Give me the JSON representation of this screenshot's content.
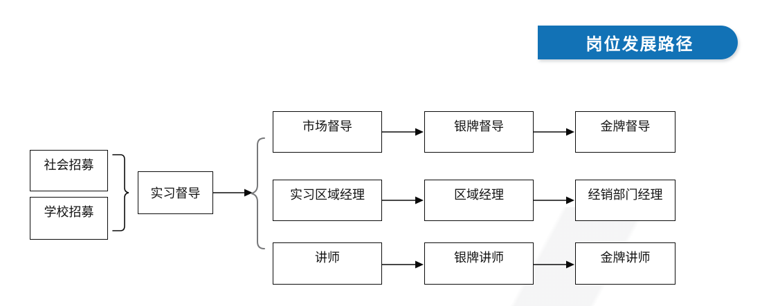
{
  "banner": {
    "title": "岗位发展路径",
    "accent_color": "#1272b6",
    "text_color": "#ffffff"
  },
  "diagram": {
    "type": "flowchart",
    "title": "岗位发展路径",
    "sources": [
      {
        "id": "social-recruit",
        "label": "社会招募"
      },
      {
        "id": "school-recruit",
        "label": "学校招募"
      }
    ],
    "entry": {
      "id": "intern-supervisor",
      "label": "实习督导"
    },
    "tracks": [
      {
        "id": "supervisor-track",
        "steps": [
          {
            "id": "market-supervisor",
            "label": "市场督导"
          },
          {
            "id": "silver-supervisor",
            "label": "银牌督导"
          },
          {
            "id": "gold-supervisor",
            "label": "金牌督导"
          }
        ]
      },
      {
        "id": "manager-track",
        "steps": [
          {
            "id": "intern-area-manager",
            "label": "实习区域经理"
          },
          {
            "id": "area-manager",
            "label": "区域经理"
          },
          {
            "id": "distribution-dept-manager",
            "label": "经销部门经理"
          }
        ]
      },
      {
        "id": "trainer-track",
        "steps": [
          {
            "id": "trainer",
            "label": "讲师"
          },
          {
            "id": "silver-trainer",
            "label": "银牌讲师"
          },
          {
            "id": "gold-trainer",
            "label": "金牌讲师"
          }
        ]
      }
    ],
    "line_color": "#0a0a0a",
    "brace_color_left": "#0a0a0a",
    "brace_color_right": "#77787a",
    "background": "#ffffff"
  }
}
